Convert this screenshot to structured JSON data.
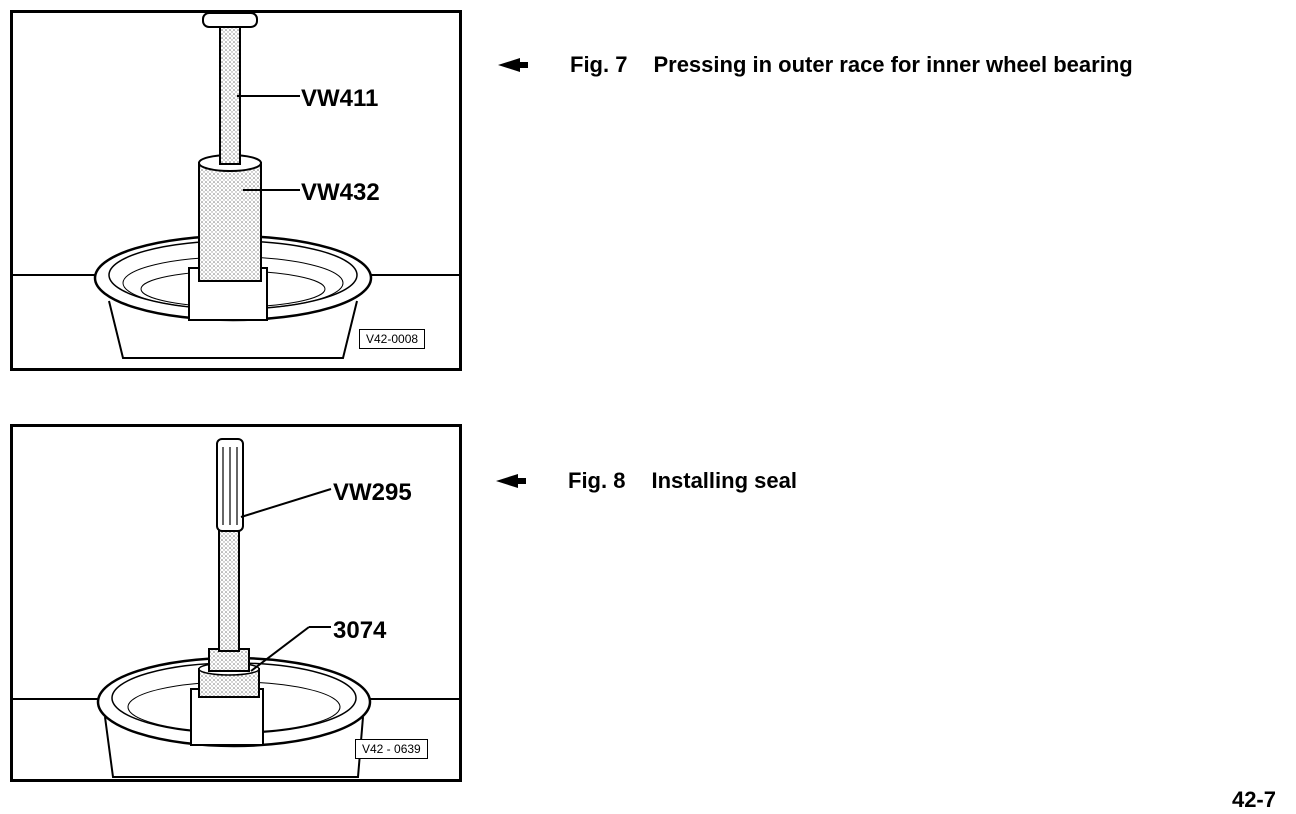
{
  "figures": [
    {
      "caption": {
        "number": "Fig. 7",
        "text": "Pressing in outer race for inner wheel bearing"
      },
      "labels": [
        "VW411",
        "VW432"
      ],
      "ref_code": "V42-0008"
    },
    {
      "caption": {
        "number": "Fig. 8",
        "text": "Installing seal"
      },
      "labels": [
        "VW295",
        "3074"
      ],
      "ref_code": "V42 - 0639"
    }
  ],
  "page_number": "42-7",
  "icons": {
    "caption_marker": "left-pointer-arrow-icon"
  },
  "colors": {
    "ink": "#000000",
    "paper": "#ffffff",
    "stipple": "#9a9a9a"
  }
}
